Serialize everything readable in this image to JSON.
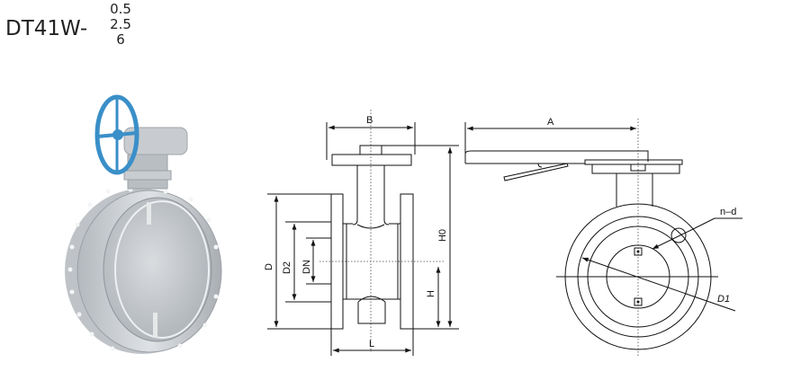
{
  "title": {
    "model": "DT41W-",
    "pressures": [
      "0.5",
      "2.5",
      "6"
    ]
  },
  "side_view": {
    "labels": {
      "B": "B",
      "D": "D",
      "D2": "D2",
      "DN": "DN",
      "H": "H",
      "H0": "H0",
      "L": "L"
    }
  },
  "front_view": {
    "labels": {
      "A": "A",
      "n_d": "n–d",
      "D1": "D1"
    }
  },
  "colors": {
    "handwheel": "#3a8fc8",
    "body": "#c9cdd1",
    "line": "#111111"
  }
}
